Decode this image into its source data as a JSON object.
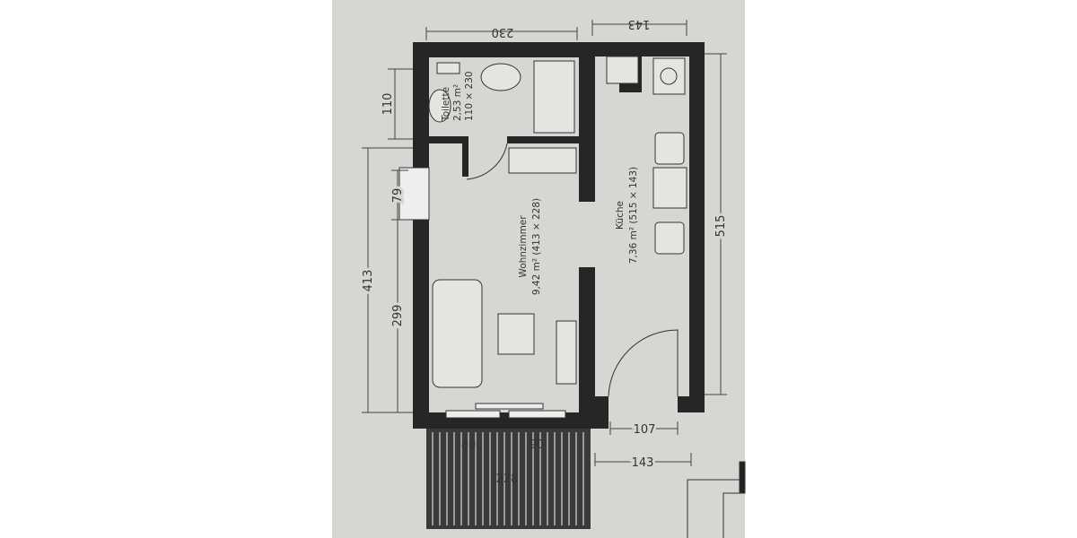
{
  "rooms": {
    "toilet": {
      "name": "Toilette",
      "area": "2,53 m²",
      "size": "110 × 230"
    },
    "living": {
      "name": "Wohnzimmer",
      "area_size": "9,42 m² (413 × 228)"
    },
    "kitchen": {
      "name": "Küche",
      "area_size": "7,36 m² (515 × 143)"
    }
  },
  "dimensions": {
    "top_left": "230",
    "top_right": "143",
    "left_toilet": "110",
    "left_total": "413",
    "left_window": "79",
    "left_lower": "299",
    "right_total": "515",
    "door_width": "107",
    "bottom_kitchen": "143",
    "balcony_window_1": "80",
    "balcony_window_2": "90",
    "balcony_width": "228"
  },
  "colors": {
    "paper": "#d6d6d2",
    "wall": "#262626",
    "line": "#3a3a3a"
  }
}
